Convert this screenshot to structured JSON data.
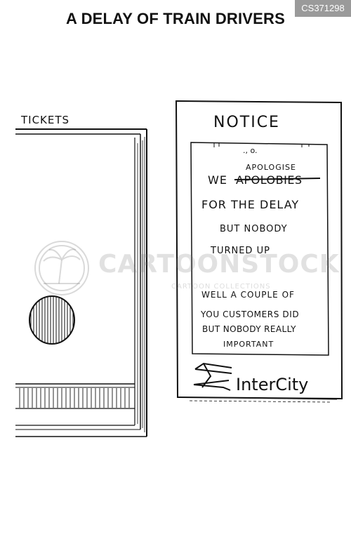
{
  "title": "A DELAY OF TRAIN DRIVERS",
  "image_id": "CS371298",
  "tickets_sign": "TICKETS",
  "notice": {
    "heading": "NOTICE",
    "top_mark": "., o.",
    "correction": "APOLOGISE",
    "line1_we": "WE",
    "line1_struck": "APOLOBIES",
    "line2": "FOR THE DELAY",
    "line3": "BUT NOBODY",
    "line4": "TURNED UP",
    "line5": "WELL A COUPLE OF",
    "line6": "YOU CUSTOMERS DID",
    "line7": "BUT NOBODY REALLY",
    "line8": "IMPORTANT"
  },
  "brand": "InterCity",
  "watermark": {
    "name": "CARTOONSTOCK",
    "sub": "CARTOON COLLECTIONS"
  },
  "icons": [
    "rail-arrows-icon",
    "palm-tree-logo-icon"
  ]
}
